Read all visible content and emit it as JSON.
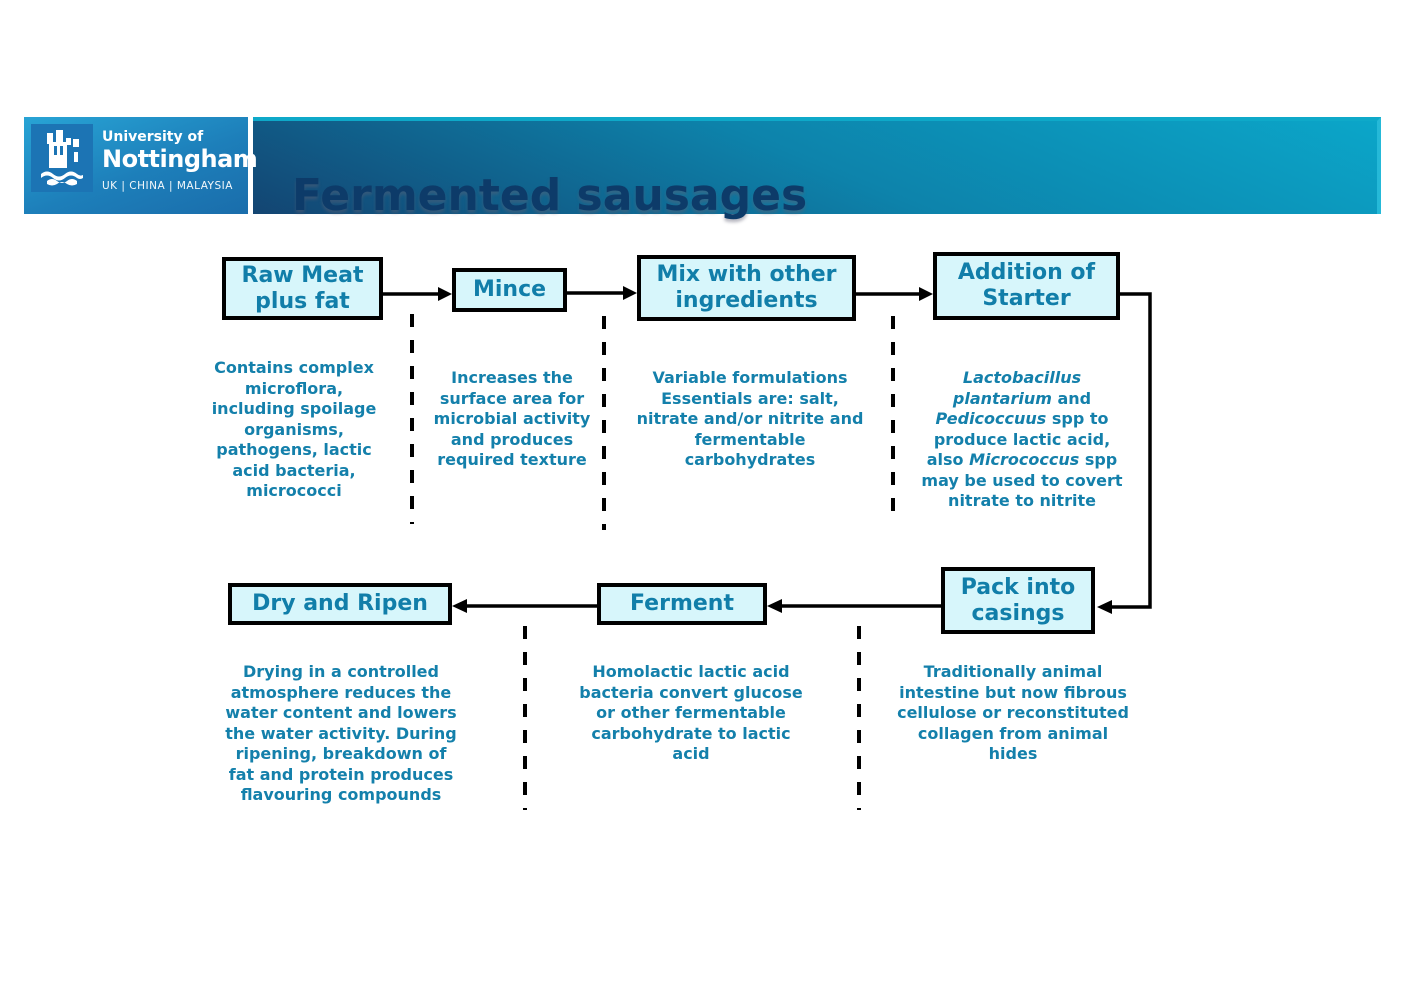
{
  "header": {
    "logo": {
      "line1": "University of",
      "line2": "Nottingham",
      "line3": "UK | CHINA | MALAYSIA",
      "icon": "castle-icon"
    },
    "title": "Fermented sausages"
  },
  "flowchart": {
    "boxes": {
      "raw_meat": {
        "label": "Raw Meat\nplus fat",
        "description": "Contains complex\nmicroflora,\nincluding spoilage\norganisms,\npathogens, lactic\nacid bacteria,\nmicrococci"
      },
      "mince": {
        "label": "Mince",
        "description": "Increases the\nsurface area for\nmicrobial activity\nand produces\nrequired texture"
      },
      "mix": {
        "label": "Mix with other\ningredients",
        "description": "Variable formulations\nEssentials are: salt,\nnitrate and/or nitrite and\nfermentable\ncarbohydrates"
      },
      "starter": {
        "label": "Addition of\nStarter",
        "description_segments": [
          {
            "text": "Lactobacillus\nplantarium",
            "italic": true
          },
          {
            "text": " and\n",
            "italic": false
          },
          {
            "text": "Pedicoccuus",
            "italic": true
          },
          {
            "text": " spp to\nproduce lactic acid,\nalso ",
            "italic": false
          },
          {
            "text": "Micrococcus",
            "italic": true
          },
          {
            "text": " spp\nmay be used to covert\nnitrate to nitrite",
            "italic": false
          }
        ]
      },
      "pack": {
        "label": "Pack into\ncasings",
        "description": "Traditionally animal\nintestine but now fibrous\ncellulose or reconstituted\ncollagen from animal\nhides"
      },
      "ferment": {
        "label": "Ferment",
        "description": "Homolactic lactic acid\nbacteria convert glucose\nor other fermentable\ncarbohydrate to lactic\nacid"
      },
      "dry": {
        "label": "Dry and Ripen",
        "description": "Drying in a controlled\natmosphere reduces the\nwater content and lowers\nthe water activity. During\nripening, breakdown of\nfat and protein produces\nflavouring compounds"
      }
    },
    "flow_order": [
      "Raw Meat plus fat",
      "Mince",
      "Mix with other ingredients",
      "Addition of Starter",
      "Pack into casings",
      "Ferment",
      "Dry and Ripen"
    ]
  },
  "colors": {
    "box_fill": "#d7f6fb",
    "box_border": "#000000",
    "box_text": "#117ea9",
    "description_text": "#1480ab",
    "title_text": "#0d3b69",
    "band_gradient_top": "#0ba6c9",
    "band_gradient_bottom": "#15305f",
    "logo_blue": "#1c74b4",
    "connector": "#000000"
  }
}
